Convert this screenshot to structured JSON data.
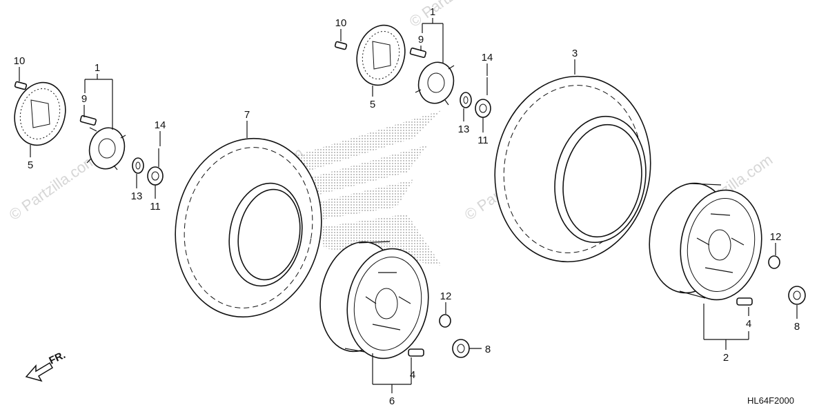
{
  "diagram": {
    "code": "HL64F2000",
    "direction_label": "FR.",
    "watermark": "© Partzilla.com",
    "callouts": [
      "1",
      "1",
      "2",
      "3",
      "4",
      "4",
      "5",
      "5",
      "6",
      "7",
      "8",
      "8",
      "9",
      "9",
      "10",
      "10",
      "11",
      "11",
      "12",
      "12",
      "13",
      "13",
      "14",
      "14"
    ]
  }
}
